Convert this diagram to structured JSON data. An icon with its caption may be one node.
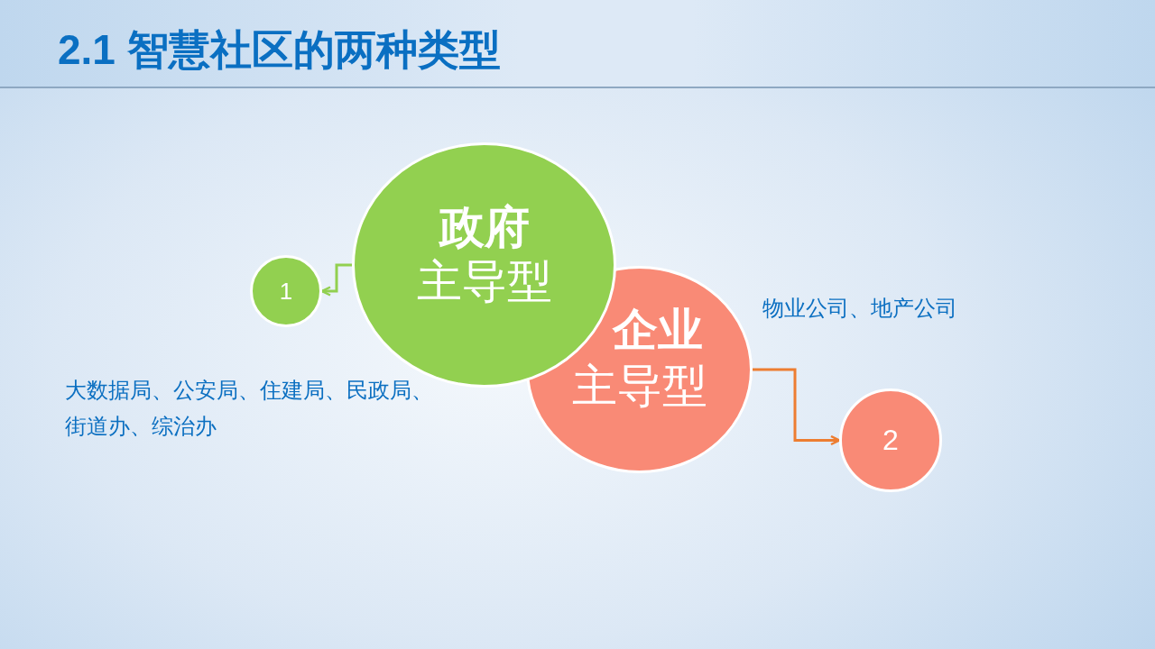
{
  "diagram": {
    "title": "2.1 智慧社区的两种类型",
    "nodes": [
      {
        "text": [
          "政府",
          "主导型"
        ]
      },
      {
        "text": [
          "企业",
          "主导型"
        ]
      },
      {
        "text": [
          "1"
        ]
      },
      {
        "text": [
          "2"
        ]
      }
    ],
    "edges": [
      {
        "from": 0,
        "to": 2,
        "arrow": "to",
        "color": "#92d050"
      },
      {
        "from": 1,
        "to": 3,
        "arrow": "to",
        "color": "#ed7d31"
      }
    ],
    "labels": [
      "大数据局、公安局、住建局、民政局、街道办、综治办",
      "物业公司、地产公司"
    ]
  }
}
